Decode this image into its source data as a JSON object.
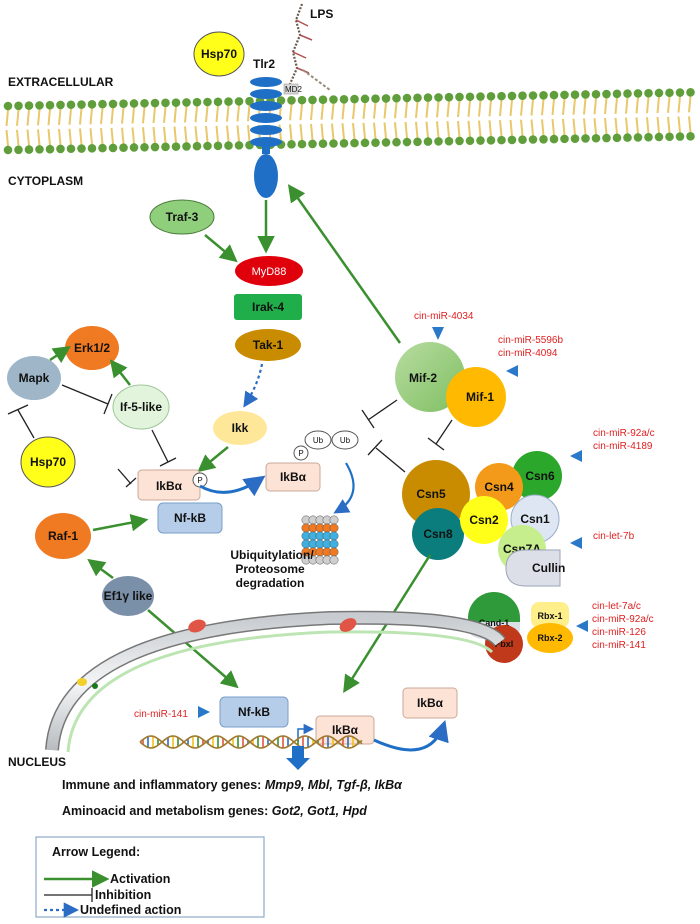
{
  "regions": {
    "extracellular": "EXTRACELLULAR",
    "cytoplasm": "CYTOPLASM",
    "nucleus": "NUCLEUS"
  },
  "nodes": {
    "lps": "LPS",
    "hsp70_top": "Hsp70",
    "tlr2": "Tlr2",
    "md2": "MD2",
    "traf3": "Traf-3",
    "myd88": "MyD88",
    "irak4": "Irak-4",
    "tak1": "Tak-1",
    "ikk": "Ikk",
    "erk": "Erk1/2",
    "mapk": "Mapk",
    "if5": "If-5-like",
    "hsp70_left": "Hsp70",
    "ikba_left": "IkBα",
    "p_left": "P",
    "nfkb_left": "Nf-kB",
    "ikba_mid": "IkBα",
    "p_mid": "P",
    "ub1": "Ub",
    "ub2": "Ub",
    "raf1": "Raf-1",
    "ef1y": "Ef1γ like",
    "ubiq_line1": "Ubiquitylation/",
    "ubiq_line2": "Proteosome",
    "ubiq_line3": "degradation",
    "mif2": "Mif-2",
    "mif1": "Mif-1",
    "csn6": "Csn6",
    "csn4": "Csn4",
    "csn5": "Csn5",
    "csn2": "Csn2",
    "csn1": "Csn1",
    "csn7a": "Csn7A",
    "csn8": "Csn8",
    "cullin": "Cullin",
    "cand1": "Cand-1",
    "rbx1": "Rbx-1",
    "rbx2": "Rbx-2",
    "fbxl": "Fbxl",
    "nfkb_nuc": "Nf-kB",
    "ikba_nuc": "IkBα",
    "ikba_out": "IkBα"
  },
  "mirnas": {
    "mif2": [
      "cin-miR-4034"
    ],
    "mif1": [
      "cin-miR-5596b",
      "cin-miR-4094"
    ],
    "csn6": [
      "cin-miR-92a/c",
      "cin-miR-4189"
    ],
    "cullin": [
      "cin-let-7b"
    ],
    "rbx2": [
      "cin-let-7a/c",
      "cin-miR-92a/c",
      "cin-miR-126",
      "cin-miR-141"
    ],
    "nfkb": [
      "cin-miR-141"
    ]
  },
  "genes": {
    "immune_label": "Immune and inflammatory genes: ",
    "immune_list": "Mmp9, Mbl, Tgf-β, IkBα",
    "amino_label": "Aminoacid and metabolism genes: ",
    "amino_list": "Got2, Got1, Hpd"
  },
  "legend": {
    "title": "Arrow Legend:",
    "activation": "Activation",
    "inhibition": "Inhibition",
    "undefined": "Undefined action"
  },
  "colors": {
    "activation": "#3a8f2e",
    "inhibition": "#222222",
    "undefined": "#2b6cc4",
    "mirna": "#e02020",
    "mirna_marker": "#2a78c8",
    "membrane_head": "#5f9e3a",
    "membrane_tail": "#e8c86a",
    "receptor": "#1f6fc7"
  }
}
